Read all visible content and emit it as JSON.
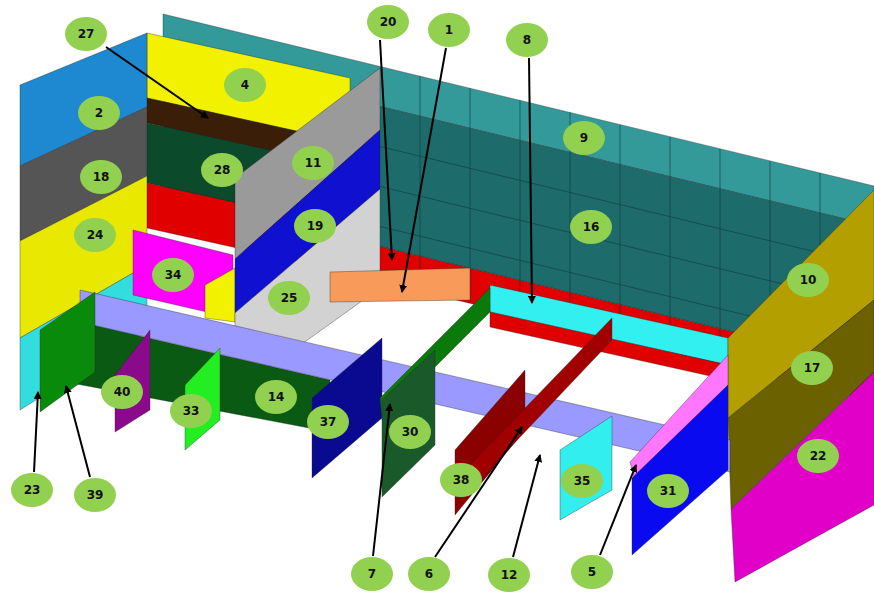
{
  "diagram": {
    "labels": [
      "27",
      "20",
      "1",
      "8",
      "4",
      "2",
      "9",
      "28",
      "11",
      "18",
      "16",
      "19",
      "24",
      "10",
      "34",
      "25",
      "17",
      "40",
      "14",
      "33",
      "37",
      "30",
      "22",
      "38",
      "35",
      "31",
      "23",
      "39",
      "7",
      "6",
      "12",
      "5"
    ]
  }
}
